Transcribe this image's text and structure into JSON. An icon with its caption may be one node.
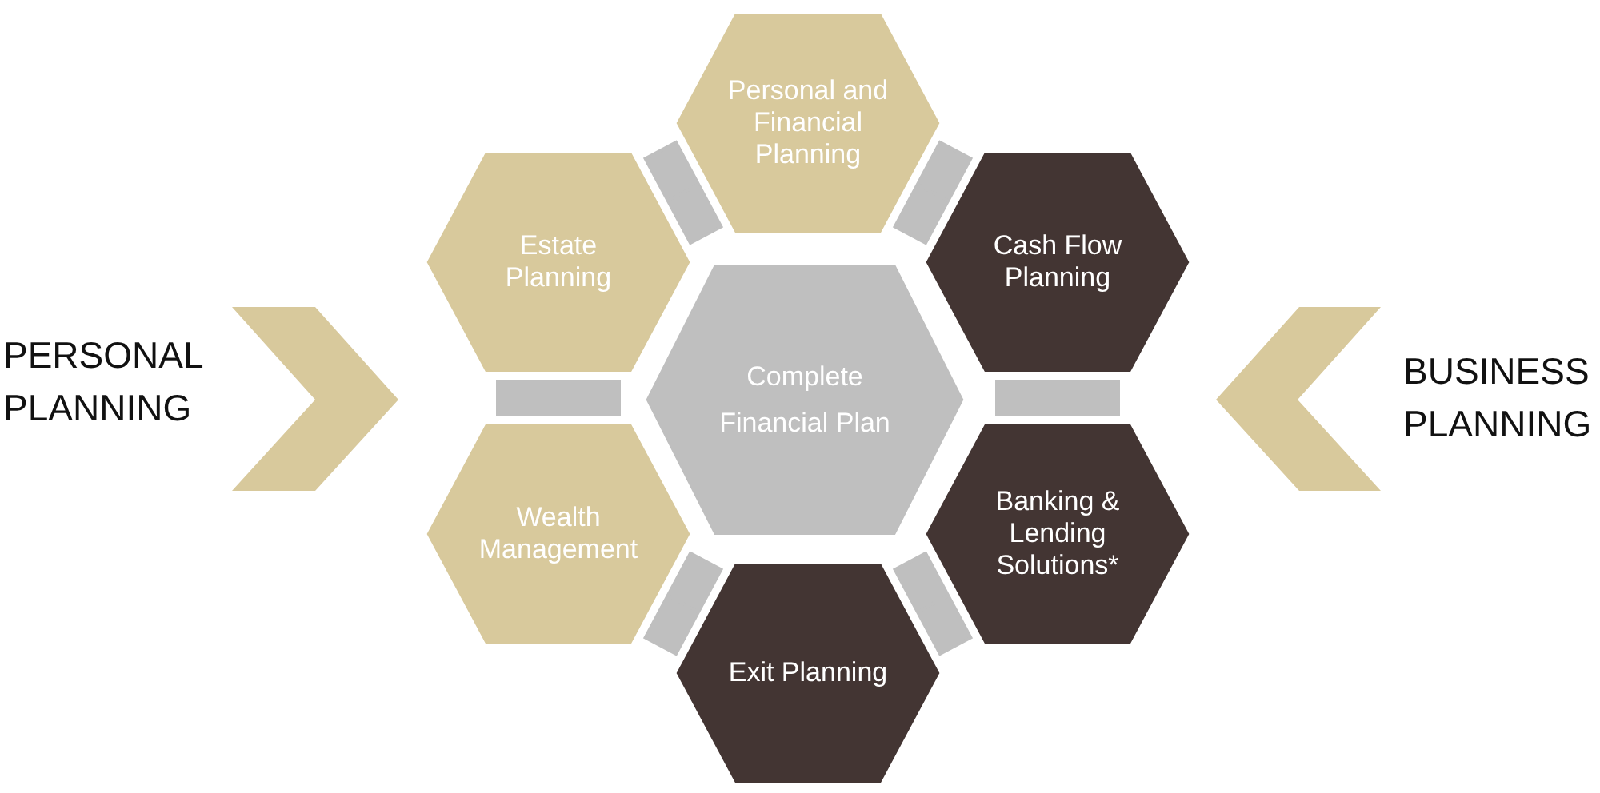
{
  "diagram": {
    "nodes": [
      {
        "text": [
          "Personal and Financial Planning"
        ]
      },
      {
        "text": [
          "Estate Planning"
        ]
      },
      {
        "text": [
          "Cash Flow Planning"
        ]
      },
      {
        "text": [
          "Complete Financial Plan"
        ]
      },
      {
        "text": [
          "Wealth Management"
        ]
      },
      {
        "text": [
          "Banking & Lending Solutions*"
        ]
      },
      {
        "text": [
          "Exit Planning"
        ]
      }
    ],
    "edges": [
      {
        "from": 1,
        "to": 0,
        "arrow": "none"
      },
      {
        "from": 0,
        "to": 2,
        "arrow": "none"
      },
      {
        "from": 2,
        "to": 5,
        "arrow": "none"
      },
      {
        "from": 5,
        "to": 6,
        "arrow": "none"
      },
      {
        "from": 6,
        "to": 4,
        "arrow": "none"
      },
      {
        "from": 4,
        "to": 1,
        "arrow": "none"
      }
    ],
    "labels": [
      "PERSONAL PLANNING",
      "BUSINESS PLANNING"
    ]
  }
}
